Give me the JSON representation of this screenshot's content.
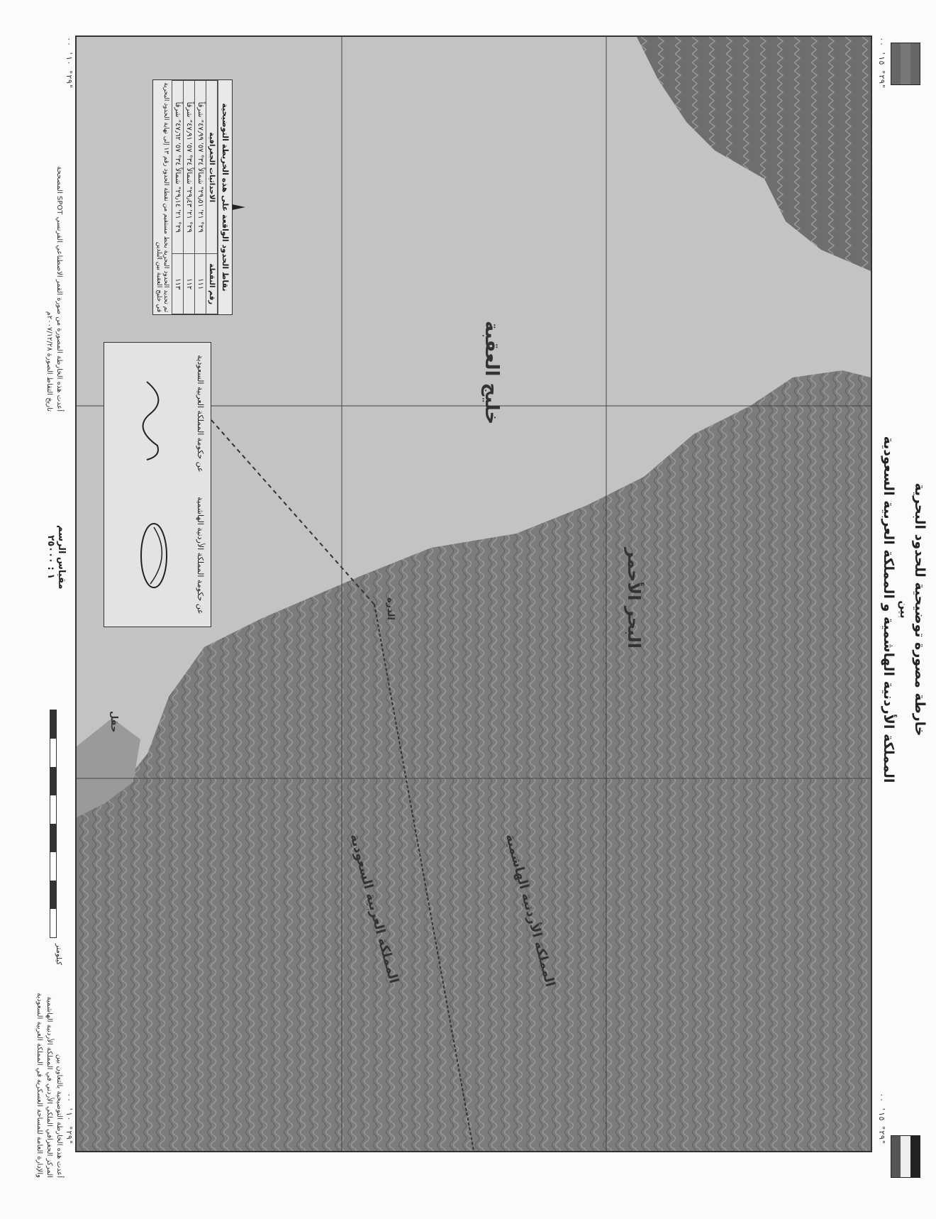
{
  "title": {
    "line1": "خارطة مصورة توضيحية للحدود البحرية",
    "line2": "بين",
    "line3": "المملكة الأردنية الهاشمية و المملكة العربية السعودية"
  },
  "corners": {
    "top_left": "٢٩° ١٥' ٠٠\"",
    "top_right": "٢٩° ١٥' ٠٠\"",
    "bottom_left": "٢٩° ١٠' ٠٠\"",
    "bottom_right": "٢٩° ١٠' ٠٠\""
  },
  "map_labels": {
    "jordan": "المملكة الأردنية الهاشمية",
    "saudi": "المملكة العربية السعودية",
    "aqaba_gulf": "خليج العقبة",
    "red_sea": "البحر الأحمر",
    "haql": "حقل",
    "durra": "الدرة"
  },
  "legend": {
    "title": "نقاط الحدود الواقعة على هذه الخريطة التوضيحية",
    "header_coords": "الاحداثيات الجغرافية",
    "header_num": "رقم النقطة",
    "rows": [
      {
        "coords": "٢٩° ٢١' ٢٩٫٥١\" شمالاً  ٣٤° ٥٧' ٤٧٫٩٩\" شرقاً",
        "num": "١١١"
      },
      {
        "coords": "٢٩° ٢١' ٢٩٫٤٣\" شمالاً  ٣٤° ٥٧' ٤٧٫٩١\" شرقاً",
        "num": "١١٢"
      },
      {
        "coords": "٢٩° ٢١' ٢٩٫١٤\" شمالاً  ٣٤° ٥٧' ٤٧٫٦٢\" شرقاً",
        "num": "١١٣"
      }
    ],
    "note": "تم تحديد الحدود البحرية بخط مستقيم من نقطة الحدود رقم ١٣ إلى نهاية الحدود البحرية في خليج العقبة بين البلدين"
  },
  "signatures": {
    "left_caption": "عن حكومة المملكة العربية السعودية",
    "right_caption": "عن حكومة المملكة الأردنية الهاشمية"
  },
  "scale": {
    "label": "مقياس الرسم",
    "ratio": "١ : ٢٥٠٠٠",
    "unit": "كيلومتر"
  },
  "footer": {
    "left": "أعدت هذه الخارطة المصورة من صورة القمر الاصطناعي الفرنسي SPOT المصححة",
    "left2": "تاريخ التقاط الصورة ٢٠٠٧/١٢/٢٨م",
    "right1": "أعدت هذه الخارطة التوضيحية بالتعاون بين",
    "right2": "المركز الجغرافي الملكي الأردني في المملكة الأردنية الهاشمية",
    "right3": "والإدارة العامة للمساحة العسكرية في المملكة العربية السعودية"
  },
  "colors": {
    "sea": "#bdbdbd",
    "land": "#8a8a8a",
    "boundary": "#333333"
  }
}
